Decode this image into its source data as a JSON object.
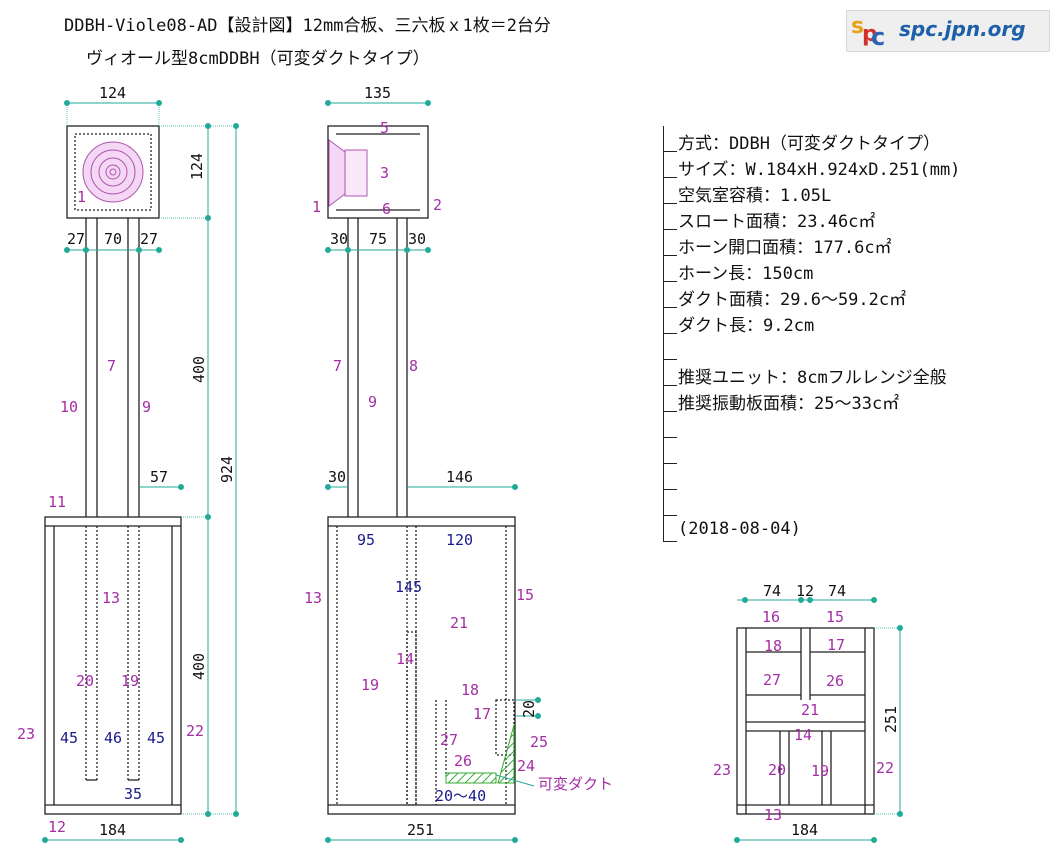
{
  "header": {
    "title_line1": "DDBH-Viole08-AD【設計図】12mm合板、三六板ｘ1枚＝2台分",
    "title_line2": "ヴィオール型8cmDDBH（可変ダクトタイプ）"
  },
  "logo": {
    "text": "spc.jpn.org",
    "icon": "spc-logo-icon"
  },
  "specs": [
    "方式：DDBH（可変ダクトタイプ）",
    "サイズ：W.184xH.924xD.251(mm)",
    "空気室容積：1.05L",
    "スロート面積：23.46c㎡",
    "ホーン開口面積：177.6c㎡",
    "ホーン長：150cm",
    "ダクト面積：29.6～59.2c㎡",
    "ダクト長：9.2cm",
    "",
    "推奨ユニット：8cmフルレンジ全般",
    "推奨振動板面積：25～33c㎡",
    "",
    "",
    "",
    "",
    "(2018-08-04)"
  ],
  "front_view": {
    "dims": {
      "top_width": "124",
      "head_height": "124",
      "stem_left": "27",
      "stem_mid": "70",
      "stem_right": "27",
      "upper_height": "400",
      "total_height": "924",
      "ledge": "57",
      "lower_height": "400",
      "bottom_width": "184",
      "bottom_thickness": "12"
    },
    "parts": [
      "1",
      "7",
      "10",
      "9",
      "11",
      "13",
      "20",
      "19",
      "23",
      "45",
      "46",
      "45",
      "22",
      "35"
    ]
  },
  "side_view": {
    "dims": {
      "top_width": "135",
      "stem_left": "30",
      "stem_mid": "75",
      "stem_right": "30",
      "ledge_left": "30",
      "ledge_right": "146",
      "inner_left": "95",
      "inner_right": "120",
      "inner_a": "145",
      "inner_b": "14",
      "duct_gap": "20",
      "duct_range": "20～40",
      "bottom_width": "251"
    },
    "parts": [
      "5",
      "3",
      "1",
      "6",
      "2",
      "7",
      "9",
      "8",
      "13",
      "21",
      "15",
      "19",
      "18",
      "17",
      "27",
      "26",
      "25",
      "24"
    ],
    "duct_label": "可変ダクト"
  },
  "top_view": {
    "dims": {
      "w_left": "74",
      "w_mid": "12",
      "w_right": "74",
      "depth": "251",
      "width": "184"
    },
    "parts": [
      "16",
      "15",
      "18",
      "17",
      "27",
      "26",
      "21",
      "14",
      "23",
      "20",
      "19",
      "22",
      "13"
    ]
  },
  "colors": {
    "dimension": "#22aa99",
    "part_label": "#a42ea4",
    "outline": "#222222",
    "duct_hatch": "#33aa33"
  }
}
